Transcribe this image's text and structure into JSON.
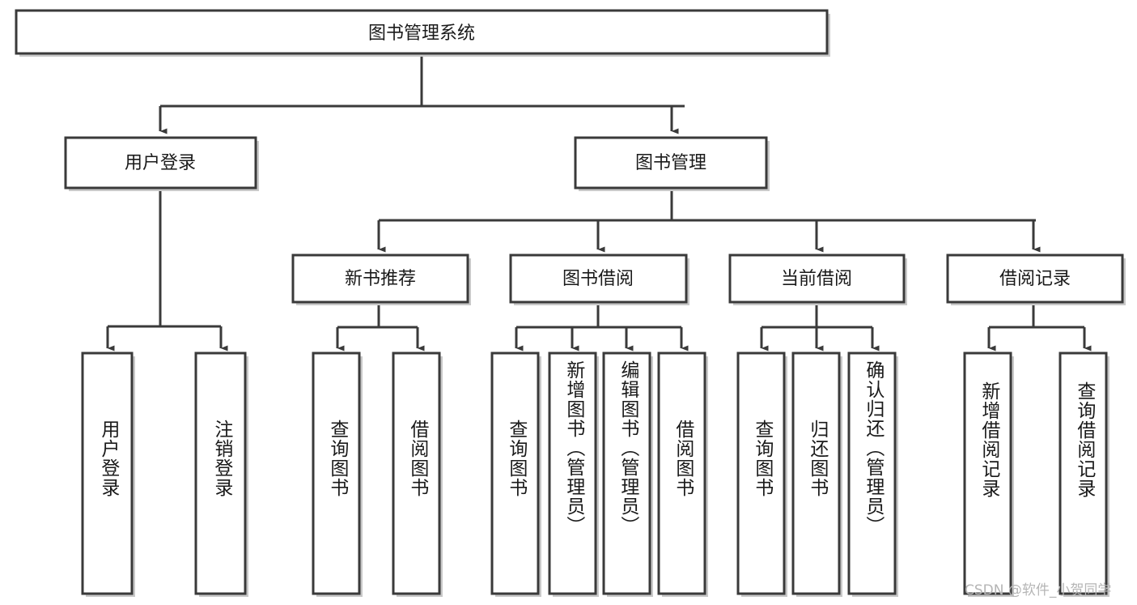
{
  "diagram": {
    "title": "图书管理系统",
    "type": "tree",
    "root": {
      "id": "root",
      "label": "图书管理系统",
      "orientation": "horizontal"
    },
    "level2": [
      {
        "id": "user-login",
        "label": "用户登录",
        "orientation": "horizontal"
      },
      {
        "id": "book-manage",
        "label": "图书管理",
        "orientation": "horizontal"
      }
    ],
    "level3": [
      {
        "id": "new-book-rec",
        "label": "新书推荐",
        "orientation": "horizontal",
        "parent": "book-manage"
      },
      {
        "id": "book-borrow",
        "label": "图书借阅",
        "orientation": "horizontal",
        "parent": "book-manage"
      },
      {
        "id": "current-borrow",
        "label": "当前借阅",
        "orientation": "horizontal",
        "parent": "book-manage"
      },
      {
        "id": "borrow-record",
        "label": "借阅记录",
        "orientation": "horizontal",
        "parent": "book-manage"
      }
    ],
    "leaves": [
      {
        "id": "leaf-user-login",
        "label": "用户登录",
        "parent": "user-login",
        "orientation": "vertical"
      },
      {
        "id": "leaf-logout",
        "label": "注销登录",
        "parent": "user-login",
        "orientation": "vertical"
      },
      {
        "id": "leaf-query-book-1",
        "label": "查询图书",
        "parent": "new-book-rec",
        "orientation": "vertical"
      },
      {
        "id": "leaf-borrow-book-1",
        "label": "借阅图书",
        "parent": "new-book-rec",
        "orientation": "vertical"
      },
      {
        "id": "leaf-query-book-2",
        "label": "查询图书",
        "parent": "book-borrow",
        "orientation": "vertical"
      },
      {
        "id": "leaf-add-book",
        "label": "新增图书（管理员）",
        "parent": "book-borrow",
        "orientation": "vertical"
      },
      {
        "id": "leaf-edit-book",
        "label": "编辑图书（管理员）",
        "parent": "book-borrow",
        "orientation": "vertical"
      },
      {
        "id": "leaf-borrow-book-2",
        "label": "借阅图书",
        "parent": "book-borrow",
        "orientation": "vertical"
      },
      {
        "id": "leaf-query-book-3",
        "label": "查询图书",
        "parent": "current-borrow",
        "orientation": "vertical"
      },
      {
        "id": "leaf-return-book",
        "label": "归还图书",
        "parent": "current-borrow",
        "orientation": "vertical"
      },
      {
        "id": "leaf-confirm-return",
        "label": "确认归还（管理员）",
        "parent": "current-borrow",
        "orientation": "vertical"
      },
      {
        "id": "leaf-add-record",
        "label": "新增借阅记录",
        "parent": "borrow-record",
        "orientation": "vertical"
      },
      {
        "id": "leaf-query-record",
        "label": "查询借阅记录",
        "parent": "borrow-record",
        "orientation": "vertical"
      }
    ],
    "colors": {
      "stroke": "#3a3a3a",
      "fill": "#ffffff",
      "text": "#1a1a1a",
      "watermark": "#b5b5b5"
    }
  },
  "watermark": {
    "text": "CSDN @软件_小贺同学"
  }
}
